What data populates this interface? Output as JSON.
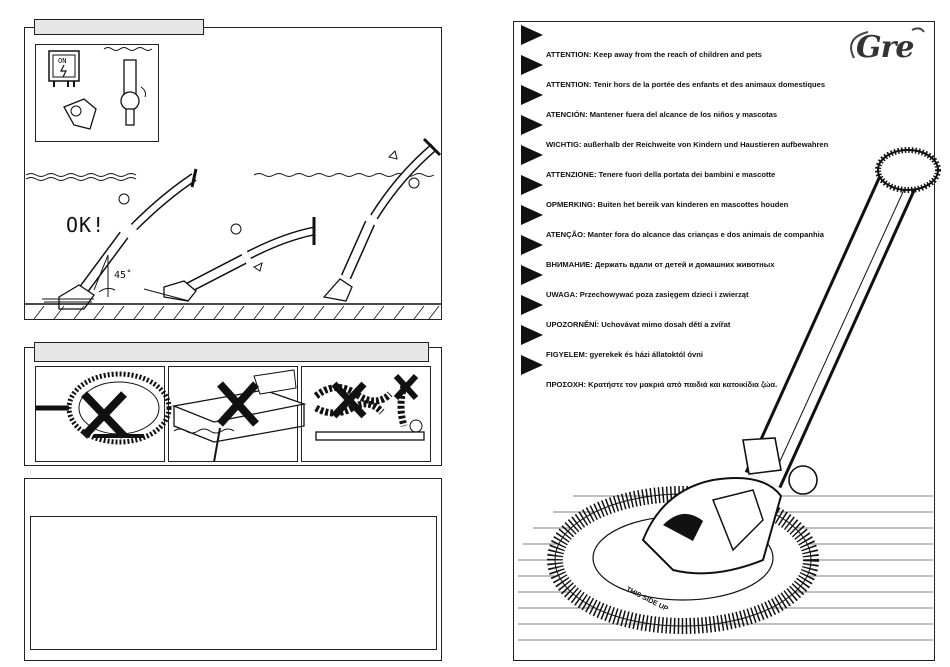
{
  "left_page": {
    "panel1": {
      "ok_label": "OK!",
      "angle_label": "45˚"
    },
    "panel2": {
      "panels": [
        "brush",
        "pool-edge",
        "hoses"
      ]
    },
    "panel3": {}
  },
  "right_page": {
    "brand": "Gre",
    "warnings": [
      "ATTENTION: Keep away from the reach of children and pets",
      "ATTENTION: Tenir hors de la portée des enfants et des animaux domestiques",
      "ATENCIÓN: Mantener fuera del alcance de los niños y mascotas",
      "WICHTIG: außerhalb der Reichweite von Kindern und Haustieren aufbewahren",
      "ATTENZIONE: Tenere fuori della portata dei bambini e mascotte",
      "OPMERKING: Buiten het bereik van kinderen en mascottes houden",
      "ATENÇÃO: Manter fora do alcance das crianças e dos animais de companhia",
      "ВНИМАНИЕ: Держать вдали от детей и домашних животных",
      "UWAGA: Przechowywać poza zasięgem dzieci i zwierząt",
      "UPOZORNĚNÍ: Uchovávat mimo dosah dětí a zvířat",
      "FIGYELEM: gyerekek és házi állatoktól óvni",
      "ΠΡΟΣΟΧΗ: Κρατήστε τον μακριά από παιδιά και κατοικίδια ζώα."
    ],
    "device_text": "THIS SIDE UP"
  }
}
